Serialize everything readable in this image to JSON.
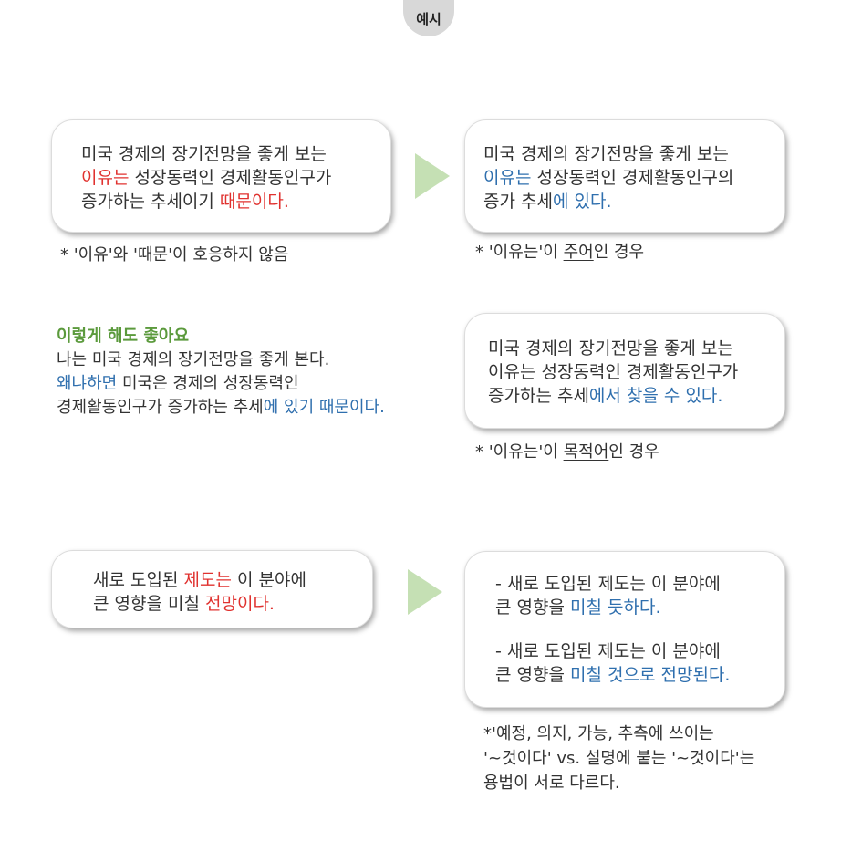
{
  "header": {
    "tab_label": "예시"
  },
  "box1": {
    "l1": "미국 경제의 장기전망을 좋게 보는",
    "l2a": "이유는",
    "l2b": " 성장동력인 경제활동인구가",
    "l3a": "증가하는 추세이기 ",
    "l3b": "때문이다."
  },
  "box2": {
    "l1": "미국 경제의 장기전망을 좋게 보는",
    "l2a": "이유는",
    "l2b": " 성장동력인 경제활동인구의",
    "l3a": "증가 추세",
    "l3b": "에 있다."
  },
  "note1": "* '이유'와 '때문'이 호응하지 않음",
  "note2": {
    "pre": "* '이유는'이 ",
    "ul": "주어",
    "post": "인 경우"
  },
  "alt": {
    "title": "이렇게 해도 좋아요",
    "l1": "나는 미국 경제의 장기전망을 좋게 본다.",
    "l2a": "왜냐하면",
    "l2b": " 미국은 경제의 성장동력인",
    "l3a": "경제활동인구가 증가하는 추세",
    "l3b": "에 있기 때문이다."
  },
  "box3": {
    "l1": "미국 경제의 장기전망을 좋게 보는",
    "l2": "이유는 성장동력인 경제활동인구가",
    "l3a": "증가하는 추세",
    "l3b": "에서 찾을 수 있다."
  },
  "note3": {
    "pre": "* '이유는'이 ",
    "ul": "목적어",
    "post": "인 경우"
  },
  "box4": {
    "l1a": "새로 도입된 ",
    "l1b": "제도는",
    "l1c": " 이 분야에",
    "l2a": "큰 영향을 미칠 ",
    "l2b": "전망이다."
  },
  "box5": {
    "a1": "- 새로 도입된 제도는 이 분야에",
    "a2a": "큰 영향을 ",
    "a2b": "미칠 듯하다.",
    "b1": "- 새로 도입된 제도는 이 분야에",
    "b2a": "큰 영향을 ",
    "b2b": "미칠 것으로 전망된다."
  },
  "note4": {
    "l1": "*'예정, 의지, 가능, 추측에 쓰이는",
    "l2": "'~것이다' vs. 설명에 붙는 '~것이다'는",
    "l3": "용법이 서로 다르다."
  },
  "colors": {
    "emphasis_red": "#e0322f",
    "emphasis_blue": "#2f6fae",
    "tip_green": "#5b9a3c",
    "arrow": "#c5e0b4"
  }
}
